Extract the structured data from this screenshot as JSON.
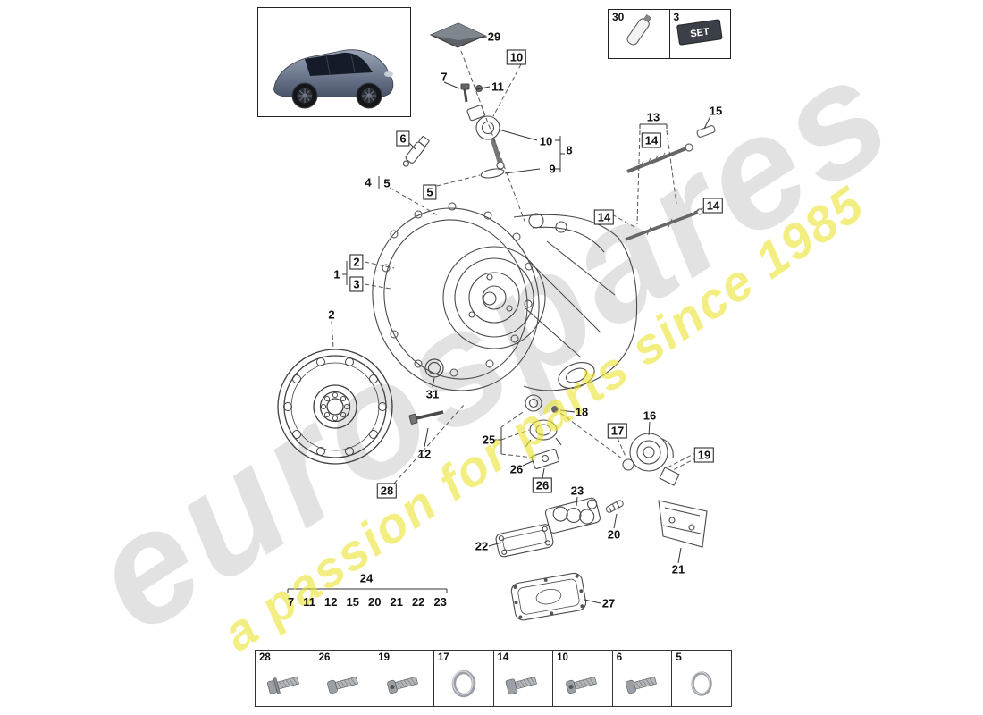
{
  "watermark": {
    "brand": "eurospares",
    "tagline": "a passion for parts since 1985"
  },
  "legend_box": {
    "items": [
      {
        "number": "30",
        "icon": "sealant-tube-icon"
      },
      {
        "number": "3",
        "icon": "sealant-set-block-icon",
        "label": "SET"
      }
    ]
  },
  "callouts": [
    {
      "text": "29"
    },
    {
      "text": "10"
    },
    {
      "text": "7"
    },
    {
      "text": "11"
    },
    {
      "text": "6"
    },
    {
      "text": "10"
    },
    {
      "text": "8"
    },
    {
      "text": "9"
    },
    {
      "text": "4"
    },
    {
      "text": "5"
    },
    {
      "text": "5"
    },
    {
      "text": "13"
    },
    {
      "text": "14"
    },
    {
      "text": "15"
    },
    {
      "text": "14"
    },
    {
      "text": "14"
    },
    {
      "text": "1"
    },
    {
      "text": "2"
    },
    {
      "text": "3"
    },
    {
      "text": "2"
    },
    {
      "text": "31"
    },
    {
      "text": "12"
    },
    {
      "text": "18"
    },
    {
      "text": "17"
    },
    {
      "text": "16"
    },
    {
      "text": "19"
    },
    {
      "text": "25"
    },
    {
      "text": "26"
    },
    {
      "text": "26"
    },
    {
      "text": "23"
    },
    {
      "text": "20"
    },
    {
      "text": "22"
    },
    {
      "text": "21"
    },
    {
      "text": "27"
    },
    {
      "text": "28"
    }
  ],
  "parts_group": {
    "label": "24",
    "items": [
      "7",
      "11",
      "12",
      "15",
      "20",
      "21",
      "22",
      "23"
    ]
  },
  "bottom_strip": {
    "items": [
      {
        "number": "28",
        "icon": "flange-bolt-icon"
      },
      {
        "number": "26",
        "icon": "pan-head-screw-icon"
      },
      {
        "number": "19",
        "icon": "torx-screw-icon"
      },
      {
        "number": "17",
        "icon": "o-ring-icon"
      },
      {
        "number": "14",
        "icon": "cap-screw-icon"
      },
      {
        "number": "10",
        "icon": "torx-screw-icon"
      },
      {
        "number": "6",
        "icon": "pan-head-screw-icon"
      },
      {
        "number": "5",
        "icon": "o-ring-icon"
      }
    ]
  }
}
